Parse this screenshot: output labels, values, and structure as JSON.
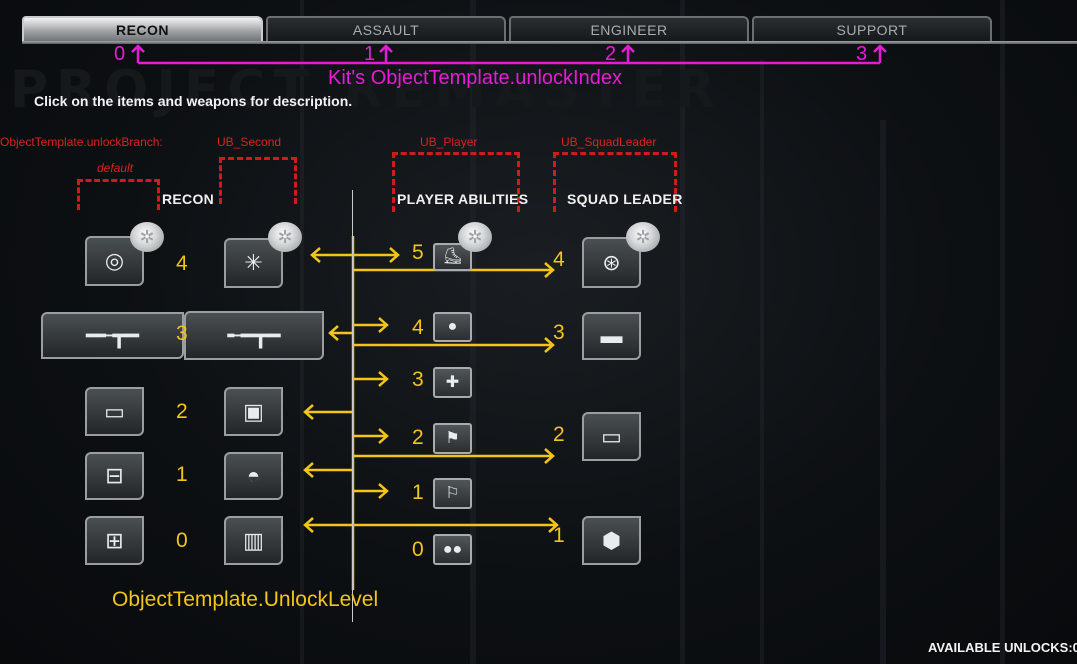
{
  "tabs": [
    {
      "label": "RECON",
      "active": true
    },
    {
      "label": "ASSAULT",
      "active": false
    },
    {
      "label": "ENGINEER",
      "active": false
    },
    {
      "label": "SUPPORT",
      "active": false
    }
  ],
  "tab_indices": [
    "0",
    "1",
    "2",
    "3"
  ],
  "kit_label": "Kit's ObjectTemplate.unlockIndex",
  "instruction": "Click on the items and weapons for description.",
  "branch_label": "ObjectTemplate.unlockBranch:",
  "branches": {
    "default": "default",
    "second": "UB_Second",
    "player": "UB_Player",
    "squad_leader": "UB_SquadLeader"
  },
  "columns": {
    "recon": "RECON",
    "player": "PLAYER ABILITIES",
    "squad": "SQUAD LEADER"
  },
  "recon_levels": [
    "4",
    "3",
    "2",
    "1",
    "0"
  ],
  "player_levels": [
    "5",
    "4",
    "3",
    "2",
    "1",
    "0"
  ],
  "squad_levels": [
    "4",
    "3",
    "2",
    "1"
  ],
  "unlock_level_label_a": "ObjectTemplate.",
  "unlock_level_label_b": "UnlockLevel",
  "available_unlocks": "AVAILABLE UNLOCKS:0",
  "colors": {
    "magenta": "#e81ad8",
    "yellow": "#f2c518",
    "red": "#dc2121"
  }
}
